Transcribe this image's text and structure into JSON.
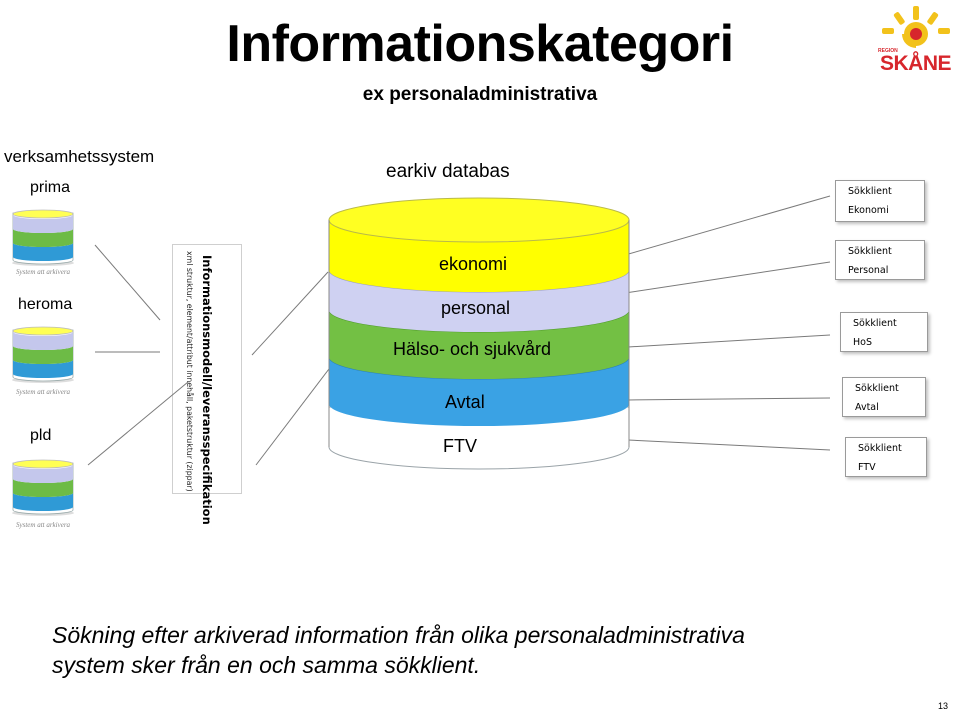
{
  "title": "Informationskategori",
  "subtitle": "ex personaladministrativa",
  "logo": {
    "region": "REGION",
    "name": "SKÅNE",
    "color_red": "#d7262c",
    "color_yellow": "#f2c21b"
  },
  "systems": {
    "header": "verksamhetssystem",
    "items": [
      {
        "label": "prima",
        "caption": "System att arkivera"
      },
      {
        "label": "heroma",
        "caption": "System att arkivera"
      },
      {
        "label": "pld",
        "caption": "System att arkivera"
      }
    ]
  },
  "info_spec": {
    "title": "Informationsmodell/leveransspecifikation",
    "detail": "xml struktur, element/attribut innehåll, paketstruktur (zippar)"
  },
  "archive": {
    "label": "earkiv databas",
    "layers": [
      {
        "label": "ekonomi",
        "color": "#ffff00"
      },
      {
        "label": "personal",
        "color": "#cfd1f2"
      },
      {
        "label": "Hälso- och sjukvård",
        "color": "#73c044"
      },
      {
        "label": "Avtal",
        "color": "#3aa2e4"
      },
      {
        "label": "FTV",
        "color": "#ffffff"
      }
    ]
  },
  "search_clients": [
    {
      "top": "Sökklient",
      "bottom": "Ekonomi"
    },
    {
      "top": "Sökklient",
      "bottom": "Personal"
    },
    {
      "top": "Sökklient",
      "bottom": "HoS"
    },
    {
      "top": "Sökklient",
      "bottom": "Avtal"
    },
    {
      "top": "Sökklient",
      "bottom": "FTV"
    }
  ],
  "footer": {
    "line1": "Sökning efter arkiverad information från olika personaladministrativa",
    "line2": "system sker från en och samma sökklient."
  },
  "page_number": "13"
}
